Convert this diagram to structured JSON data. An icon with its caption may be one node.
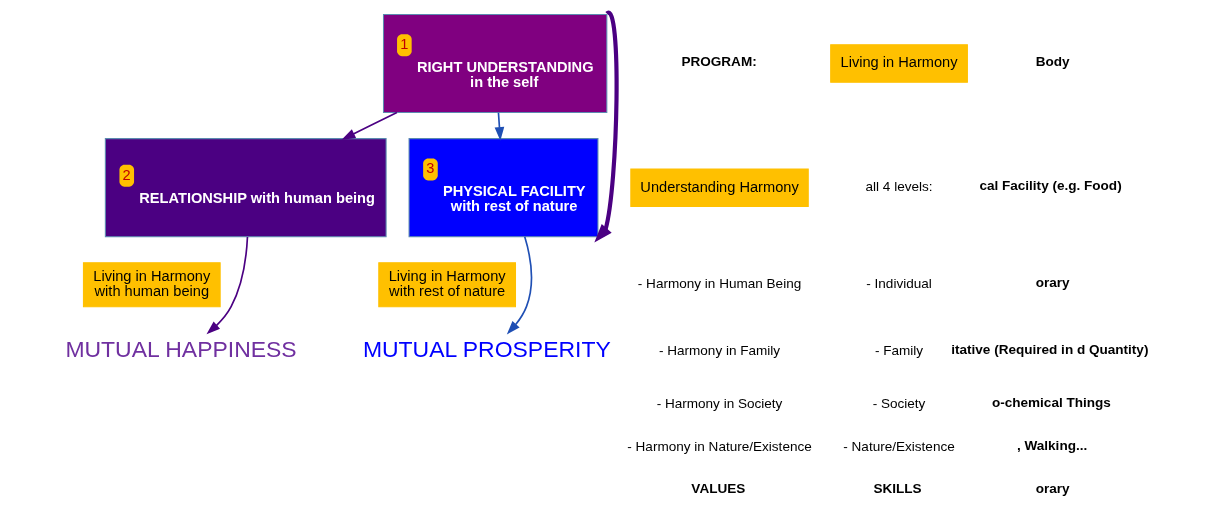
{
  "diagram": {
    "nodes": [
      {
        "text": [
          "1",
          "RIGHT UNDERSTANDING",
          "in the self"
        ]
      },
      {
        "text": [
          "2",
          "RELATIONSHIP with human being"
        ]
      },
      {
        "text": [
          "3",
          "PHYSICAL FACILITY",
          "with rest of nature"
        ]
      },
      {
        "text": [
          "Living in Harmony",
          "with human being"
        ]
      },
      {
        "text": [
          "Living in Harmony",
          "with rest of nature"
        ]
      },
      {
        "text": [
          "MUTUAL HAPPINESS"
        ]
      },
      {
        "text": [
          "MUTUAL PROSPERITY"
        ]
      },
      {
        "text": [
          "Understanding Harmony"
        ]
      },
      {
        "text": [
          "Living in Harmony"
        ]
      }
    ],
    "edges": [
      {
        "from": 0,
        "to": 1,
        "arrow": "to",
        "color": "#4b0082"
      },
      {
        "from": 0,
        "to": 2,
        "arrow": "to",
        "color": "#1f4fb4"
      },
      {
        "from": 1,
        "to": 5,
        "arrow": "to",
        "color": "#4b0082"
      },
      {
        "from": 2,
        "to": 6,
        "arrow": "to",
        "color": "#1f4fb4"
      },
      {
        "from": 0,
        "to": 2,
        "arrow": "to",
        "style": "thick",
        "color": "#4b0082"
      }
    ],
    "labels": [
      "PROGRAM:",
      "- Harmony in Human Being",
      "- Harmony in Family",
      "- Harmony in Society",
      "- Harmony in Nature/Existence",
      "VALUES",
      "all 4 levels:",
      "- Individual",
      "- Family",
      "- Society",
      "- Nature/Existence",
      "SKILLS",
      "Body",
      "cal Facility (e.g. Food)",
      "orary",
      "itative (Required in d Quantity)",
      "o-chemical Things",
      ", Walking...",
      "orary"
    ]
  }
}
